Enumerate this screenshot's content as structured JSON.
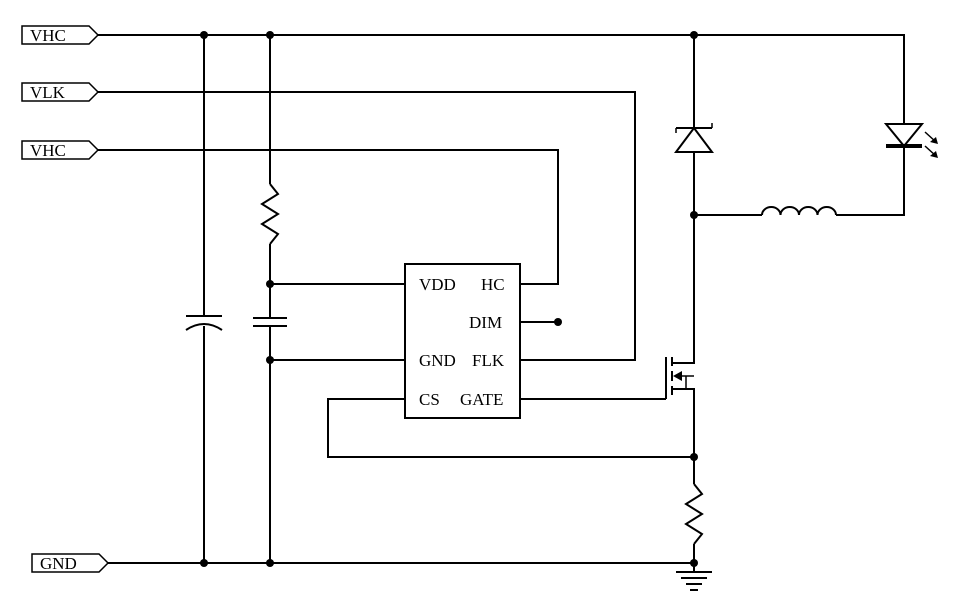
{
  "ports": {
    "vhc_top": "VHC",
    "vlk": "VLK",
    "vhc_mid": "VHC",
    "gnd": "GND"
  },
  "ic": {
    "pins": {
      "vdd": "VDD",
      "hc": "HC",
      "dim": "DIM",
      "gnd": "GND",
      "flk": "FLK",
      "cs": "CS",
      "gate": "GATE"
    }
  }
}
